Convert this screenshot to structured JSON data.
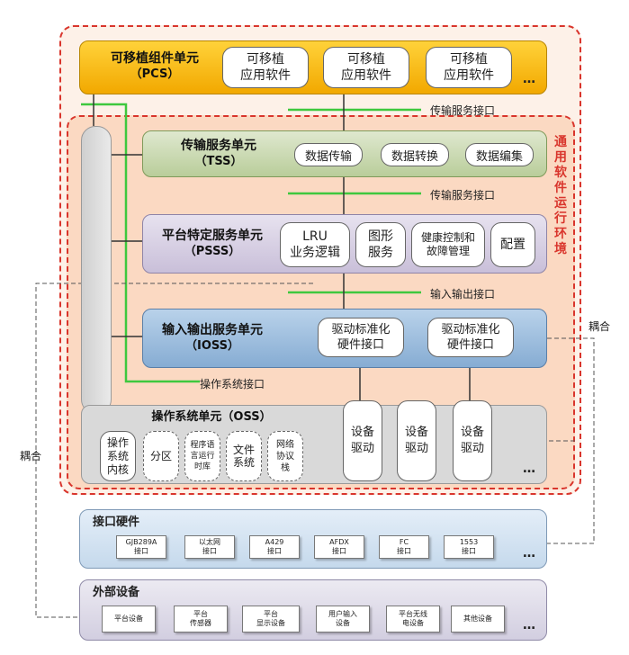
{
  "environment_label": "通用软件运行环境",
  "pcs": {
    "title": "可移植组件单元",
    "sub": "（PCS）",
    "apps": [
      [
        "可移植",
        "应用软件"
      ],
      [
        "可移植",
        "应用软件"
      ],
      [
        "可移植",
        "应用软件"
      ]
    ],
    "ellipsis": "…"
  },
  "tss": {
    "title": "传输服务单元",
    "sub": "（TSS）",
    "items": [
      "数据传输",
      "数据转换",
      "数据编集"
    ]
  },
  "psss": {
    "title": "平台特定服务单元",
    "sub": "（PSSS）",
    "items": [
      [
        "LRU",
        "业务逻辑"
      ],
      [
        "图形",
        "服务"
      ],
      [
        "健康控制和",
        "故障管理"
      ],
      [
        "配置"
      ]
    ]
  },
  "ioss": {
    "title": "输入输出服务单元",
    "sub": "（IOSS）",
    "items": [
      [
        "驱动标准化",
        "硬件接口"
      ],
      [
        "驱动标准化",
        "硬件接口"
      ]
    ]
  },
  "oss": {
    "title": "操作系统单元（OSS）",
    "items": [
      [
        "操作",
        "系统",
        "内核"
      ],
      [
        "分区"
      ],
      [
        "程序语",
        "言运行",
        "时库"
      ],
      [
        "文件",
        "系统"
      ],
      [
        "网络",
        "协议",
        "栈"
      ]
    ],
    "drivers": [
      [
        "设备",
        "驱动"
      ],
      [
        "设备",
        "驱动"
      ],
      [
        "设备",
        "驱动"
      ]
    ],
    "ellipsis": "…"
  },
  "interfaces": {
    "tsi_top": "传输服务接口",
    "tsi_mid": "传输服务接口",
    "io": "输入输出接口",
    "os": "操作系统接口",
    "coupling_right": "耦合",
    "coupling_left": "耦合"
  },
  "hardware": {
    "title": "接口硬件",
    "ports": [
      [
        "GJB289A",
        "接口"
      ],
      [
        "以太网",
        "接口"
      ],
      [
        "A429",
        "接口"
      ],
      [
        "AFDX",
        "接口"
      ],
      [
        "FC",
        "接口"
      ],
      [
        "1553",
        "接口"
      ]
    ],
    "ellipsis": "…"
  },
  "external": {
    "title": "外部设备",
    "devices": [
      [
        "平台设备"
      ],
      [
        "平台",
        "传感器"
      ],
      [
        "平台",
        "显示设备"
      ],
      [
        "用户输入",
        "设备"
      ],
      [
        "平台无线",
        "电设备"
      ],
      [
        "其他设备"
      ]
    ],
    "ellipsis": "…"
  },
  "colors": {
    "env_red": "#d9352c",
    "connector_green": "#3ec83e",
    "pcs_orange": "#f2a800"
  }
}
